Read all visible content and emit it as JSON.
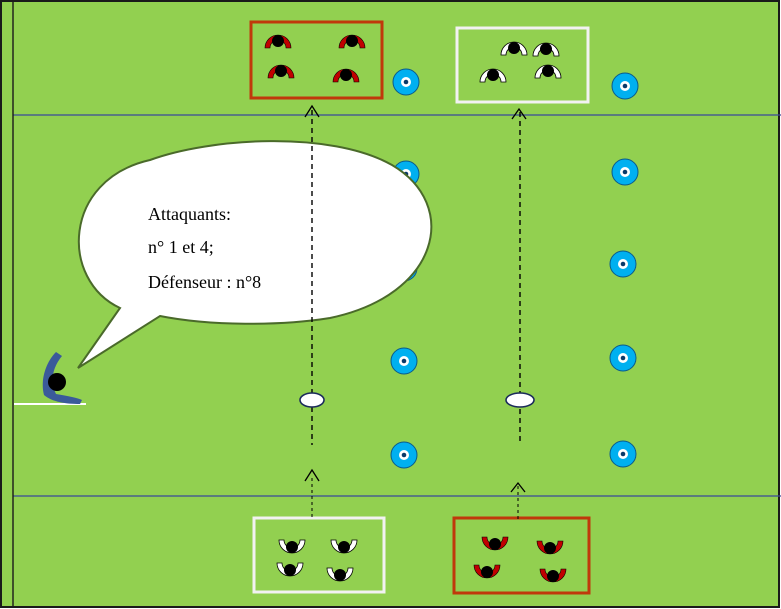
{
  "diagram": {
    "field_color": "#92d050",
    "border_color": "#1a1a1a",
    "line_color": "#3a4a9a",
    "cone_color": "#00b0f0",
    "red_team_color": "#c00000",
    "white_team_color": "#ffffff",
    "box_red_border": "#c0390b",
    "box_white_border": "#f2f2f2",
    "speech_bubble": {
      "line1": "Attaquants:",
      "line2": "n° 1 et 4;",
      "line3": "Défenseur : n°8"
    },
    "icons": [
      "cone-icon",
      "player-icon",
      "ball-icon",
      "coach-icon",
      "arrow-up-icon"
    ]
  }
}
